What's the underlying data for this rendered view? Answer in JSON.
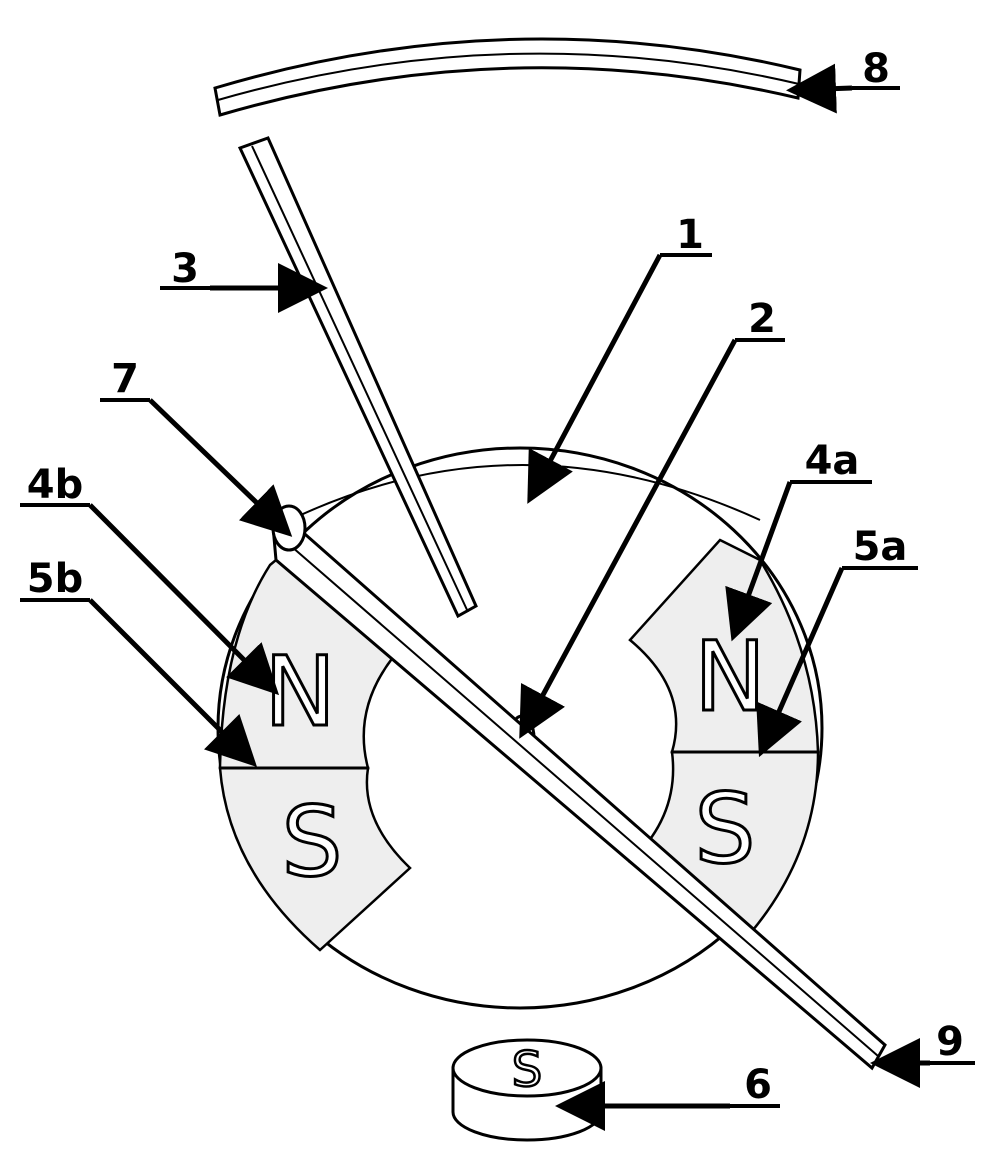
{
  "labels": {
    "n1": "1",
    "n2": "2",
    "n3": "3",
    "n4a": "4a",
    "n4b": "4b",
    "n5a": "5a",
    "n5b": "5b",
    "n6": "6",
    "n7": "7",
    "n8": "8",
    "n9": "9"
  },
  "poles": {
    "north_left": "N",
    "north_right": "N",
    "south_left": "S",
    "south_right": "S",
    "bottom_magnet": "S"
  },
  "colors": {
    "line": "#000000",
    "paper": "#ffffff",
    "shade": "#eeeeee"
  }
}
